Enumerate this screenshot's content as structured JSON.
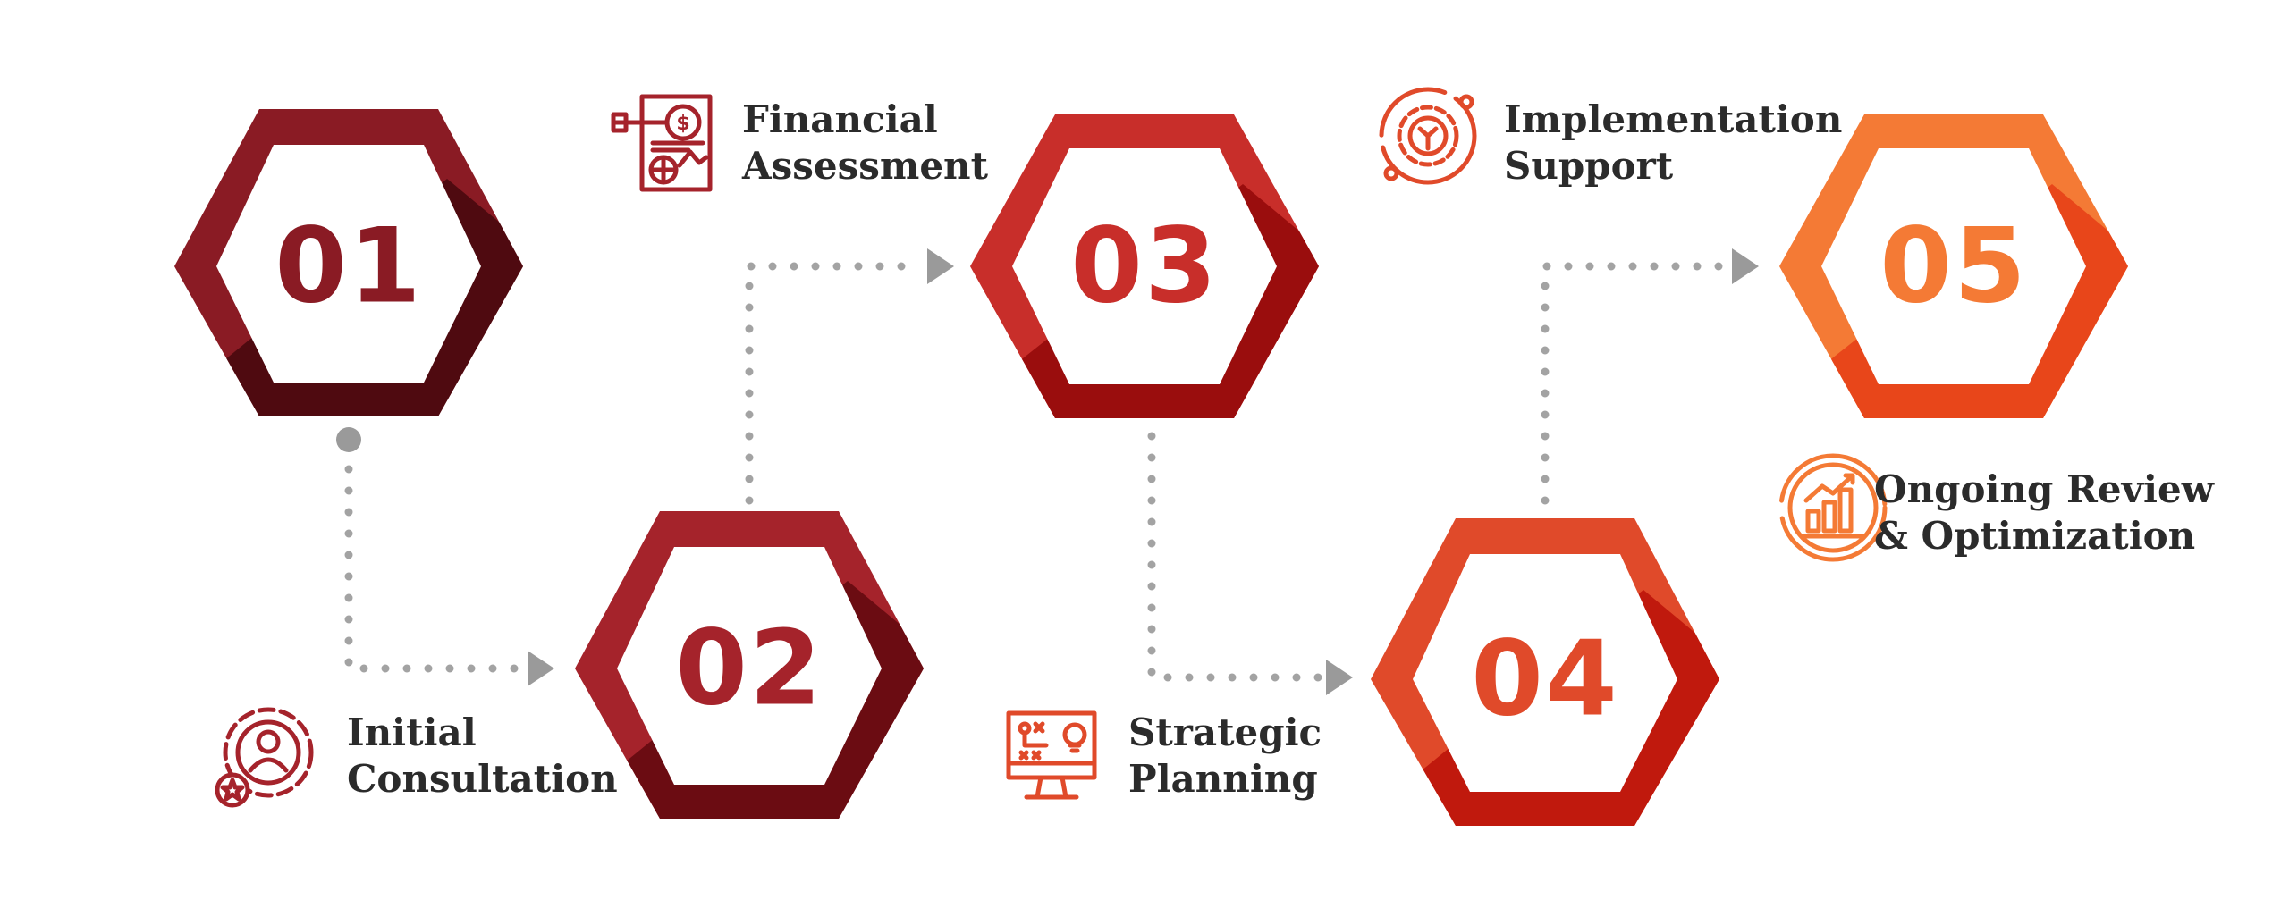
{
  "steps": [
    {
      "number": "01",
      "label_line1": "Initial",
      "label_line2": "Consultation",
      "icon": "consultant-gear-icon",
      "color": "#8a1b24",
      "dark": "#4f0a10"
    },
    {
      "number": "02",
      "label_line1": "Financial",
      "label_line2": "Assessment",
      "icon": "financial-report-icon",
      "color": "#a5232b",
      "dark": "#6b0c12"
    },
    {
      "number": "03",
      "label_line1": "Strategic",
      "label_line2": "Planning",
      "icon": "strategy-monitor-icon",
      "color": "#c82e2a",
      "dark": "#9a0d0d"
    },
    {
      "number": "04",
      "label_line1": "Implementation",
      "label_line2": "Support",
      "icon": "wrench-gear-icon",
      "color": "#e04a2a",
      "dark": "#c0190d"
    },
    {
      "number": "05",
      "label_line1": "Ongoing Review",
      "label_line2": "& Optimization",
      "icon": "growth-chart-cycle-icon",
      "color": "#f47a35",
      "dark": "#e8461a"
    }
  ],
  "connector_color": "#9a9a9a"
}
